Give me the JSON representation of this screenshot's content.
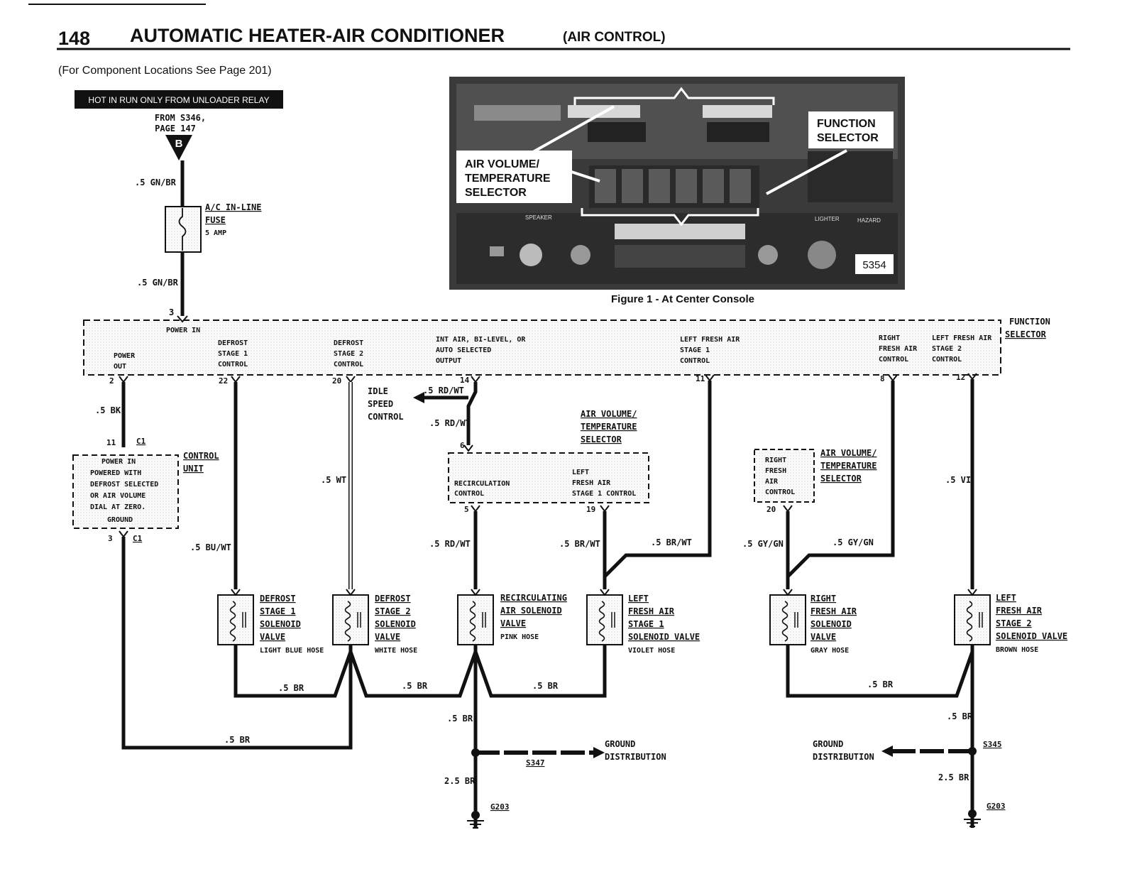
{
  "page": {
    "number": "148",
    "title": "AUTOMATIC HEATER-AIR CONDITIONER",
    "title_suffix": "(AIR CONTROL)",
    "locator_note": "(For Component Locations See Page 201)"
  },
  "power_source": {
    "banner": "HOT IN RUN ONLY FROM UNLOADER RELAY",
    "from_line1": "FROM S346,",
    "from_line2": "PAGE 147",
    "connector": "B"
  },
  "fuse": {
    "wire_top": ".5 GN/BR",
    "wire_bottom": ".5 GN/BR",
    "label1": "A/C IN-LINE",
    "label2": "FUSE",
    "rating": "5 AMP"
  },
  "photo": {
    "callout_left_l1": "AIR VOLUME/",
    "callout_left_l2": "TEMPERATURE",
    "callout_left_l3": "SELECTOR",
    "callout_right_l1": "FUNCTION",
    "callout_right_l2": "SELECTOR",
    "ref_number": "5354",
    "caption": "Figure 1 - At Center Console",
    "panel_labels": [
      "SPEAKER",
      "LIGHTER",
      "HAZARD"
    ]
  },
  "function_selector": {
    "name1": "FUNCTION",
    "name2": "SELECTOR",
    "power_in_pin": "3",
    "power_in": "POWER IN",
    "terminals": [
      {
        "pin": "2",
        "l1": "POWER",
        "l2": "OUT",
        "l3": ""
      },
      {
        "pin": "22",
        "l1": "DEFROST",
        "l2": "STAGE 1",
        "l3": "CONTROL"
      },
      {
        "pin": "20",
        "l1": "DEFROST",
        "l2": "STAGE 2",
        "l3": "CONTROL"
      },
      {
        "pin": "14",
        "l1": "INT AIR, BI-LEVEL, OR",
        "l2": "AUTO SELECTED",
        "l3": "OUTPUT"
      },
      {
        "pin": "11",
        "l1": "LEFT FRESH AIR",
        "l2": "STAGE 1",
        "l3": "CONTROL"
      },
      {
        "pin": "8",
        "l1": "RIGHT",
        "l2": "FRESH AIR",
        "l3": "CONTROL"
      },
      {
        "pin": "12",
        "l1": "LEFT FRESH AIR",
        "l2": "STAGE 2",
        "l3": "CONTROL"
      }
    ]
  },
  "control_unit": {
    "wire": ".5 BK",
    "pin_top": "11",
    "pin_bottom": "3",
    "connector_top": "C1",
    "connector_bottom": "C1",
    "label1": "CONTROL",
    "label2": "UNIT",
    "text": [
      "POWER IN",
      "POWERED WITH",
      "DEFROST SELECTED",
      "OR AIR VOLUME",
      "DIAL AT ZERO.",
      "GROUND"
    ]
  },
  "wires": {
    "defrost1": ".5 BU/WT",
    "defrost2": ".5 WT",
    "recirc_top": ".5 RD/WT",
    "recirc_mid": ".5 RD/WT",
    "recirc_bottom": ".5 RD/WT",
    "left_fresh1_a": ".5 BR/WT",
    "left_fresh1_b": ".5 BR/WT",
    "right_fresh_a": ".5 GY/GN",
    "right_fresh_b": ".5 GY/GN",
    "left_fresh2": ".5 VI",
    "ground_left_a": ".5 BR",
    "ground_left_b": ".5 BR",
    "ground_left_c": ".5 BR",
    "ground_left_bottom": ".5 BR",
    "ground_left_drop": ".5 BR",
    "ground_right_a": ".5 BR",
    "ground_right_drop": ".5 BR",
    "g_left_heavy": "2.5 BR",
    "g_right_heavy": "2.5 BR"
  },
  "idle": {
    "l1": "IDLE",
    "l2": "SPEED",
    "l3": "CONTROL"
  },
  "selector_mid": {
    "title1": "AIR VOLUME/",
    "title2": "TEMPERATURE",
    "title3": "SELECTOR",
    "pin_top": "6",
    "pin_left": "5",
    "pin_right": "19",
    "recirc1": "RECIRCULATION",
    "recirc2": "CONTROL",
    "left1": "LEFT",
    "left2": "FRESH AIR",
    "left3": "STAGE 1 CONTROL"
  },
  "selector_right": {
    "title1": "AIR VOLUME/",
    "title2": "TEMPERATURE",
    "title3": "SELECTOR",
    "pin": "20",
    "l1": "RIGHT",
    "l2": "FRESH",
    "l3": "AIR",
    "l4": "CONTROL"
  },
  "valves": [
    {
      "l1": "DEFROST",
      "l2": "STAGE 1",
      "l3": "SOLENOID",
      "l4": "VALVE",
      "hose": "LIGHT BLUE HOSE"
    },
    {
      "l1": "DEFROST",
      "l2": "STAGE 2",
      "l3": "SOLENOID",
      "l4": "VALVE",
      "hose": "WHITE HOSE"
    },
    {
      "l1": "RECIRCULATING",
      "l2": "AIR SOLENOID",
      "l3": "VALVE",
      "l4": "",
      "hose": "PINK HOSE"
    },
    {
      "l1": "LEFT",
      "l2": "FRESH AIR",
      "l3": "STAGE 1",
      "l4": "SOLENOID VALVE",
      "hose": "VIOLET HOSE"
    },
    {
      "l1": "RIGHT",
      "l2": "FRESH AIR",
      "l3": "SOLENOID",
      "l4": "VALVE",
      "hose": "GRAY HOSE"
    },
    {
      "l1": "LEFT",
      "l2": "FRESH AIR",
      "l3": "STAGE 2",
      "l4": "SOLENOID VALVE",
      "hose": "BROWN HOSE"
    }
  ],
  "grounds": {
    "left_splice": "S347",
    "left_dist1": "GROUND",
    "left_dist2": "DISTRIBUTION",
    "left_ground": "G203",
    "right_splice": "S345",
    "right_dist1": "GROUND",
    "right_dist2": "DISTRIBUTION",
    "right_ground": "G203"
  }
}
